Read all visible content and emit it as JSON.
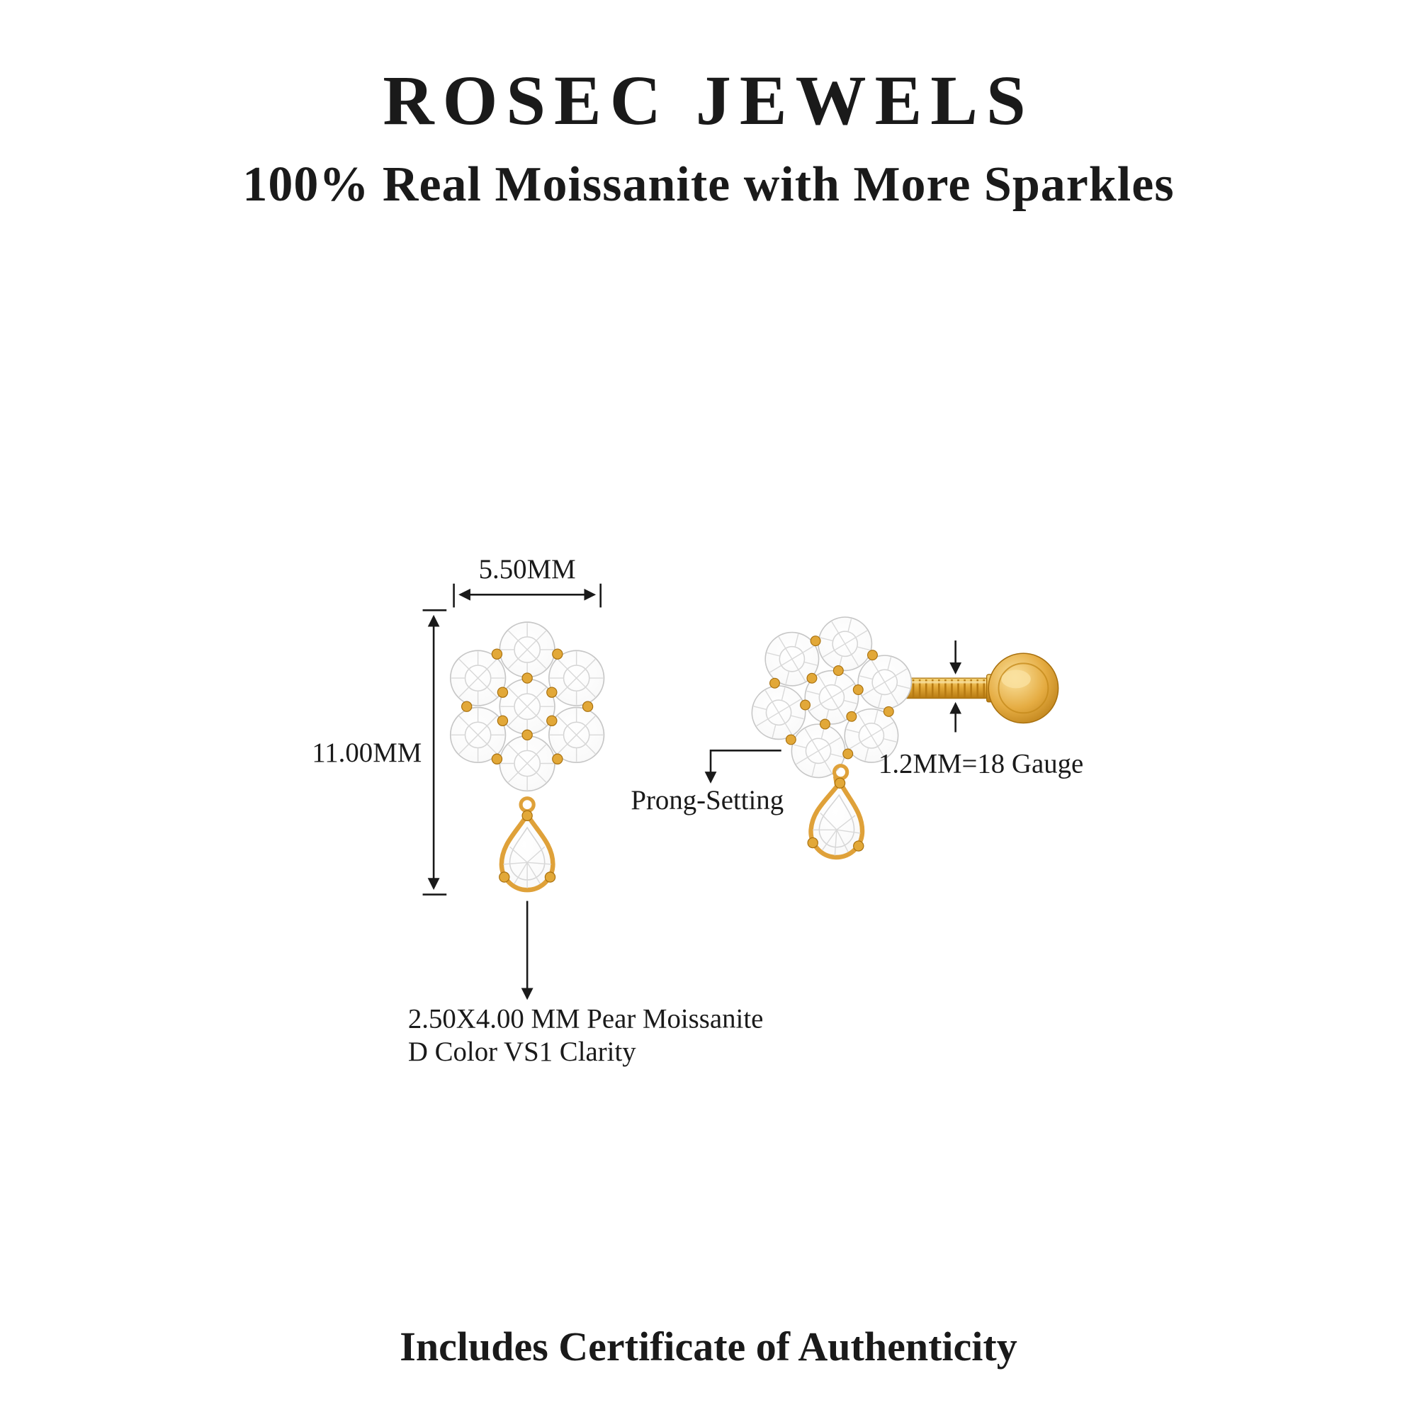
{
  "page": {
    "brand": "ROSEC JEWELS",
    "tagline": "100% Real Moissanite with More Sparkles",
    "footer": "Includes Certificate of Authenticity"
  },
  "diagram": {
    "width_label": "5.50MM",
    "height_label": "11.00MM",
    "gauge_label": "1.2MM=18 Gauge",
    "prong_label": "Prong-Setting",
    "pear_label_line1": "2.50X4.00 MM Pear Moissanite",
    "pear_label_line2": "D Color VS1 Clarity"
  },
  "colors": {
    "background": "#ffffff",
    "text": "#1a1a1a",
    "gold": "#E2A838",
    "gold_dark": "#A8700E",
    "gold_light": "#F9D97F",
    "stone_facet": "#d4d4d4"
  }
}
